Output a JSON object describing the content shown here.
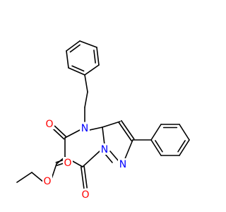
{
  "molecule": {
    "atom_colors": {
      "O": "#ff0000",
      "N": "#0000ff"
    },
    "labels": [
      {
        "id": "o-ketone-top",
        "text": "O",
        "element": "O"
      },
      {
        "id": "n-ring-4",
        "text": "N",
        "element": "N"
      },
      {
        "id": "o-ester-carbonyl",
        "text": "O",
        "element": "O"
      },
      {
        "id": "o-ester-ether",
        "text": "O",
        "element": "O"
      },
      {
        "id": "n-bridge",
        "text": "N",
        "element": "N"
      },
      {
        "id": "n-pyrazole",
        "text": "N",
        "element": "N"
      },
      {
        "id": "o-ketone-bottom",
        "text": "O",
        "element": "O"
      }
    ]
  }
}
